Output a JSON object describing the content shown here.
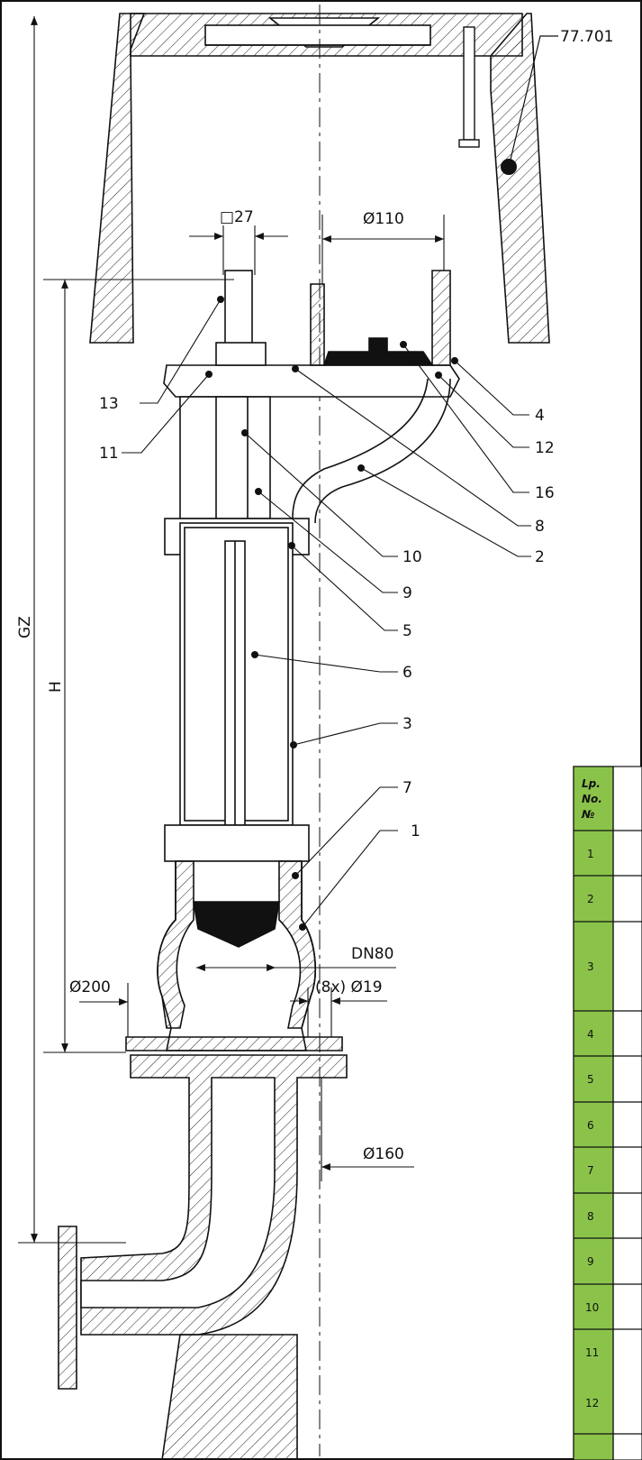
{
  "drawing": {
    "reference": "77.701",
    "dimensions": {
      "square": "□27",
      "dia_top": "Ø110",
      "nominal": "DN80",
      "dia_left": "Ø200",
      "bolts": "(8x) Ø19",
      "dia_flange": "Ø160",
      "gz": "GZ",
      "h": "H"
    },
    "callouts": [
      "13",
      "11",
      "4",
      "12",
      "16",
      "8",
      "10",
      "2",
      "9",
      "5",
      "6",
      "3",
      "7",
      "1"
    ]
  },
  "parts_table": {
    "header": [
      "Lp.",
      "No.",
      "№"
    ],
    "rows": [
      "1",
      "2",
      "3",
      "4",
      "5",
      "6",
      "7",
      "8",
      "9",
      "10",
      "11",
      "12"
    ],
    "header_color": "#8bc34a"
  }
}
